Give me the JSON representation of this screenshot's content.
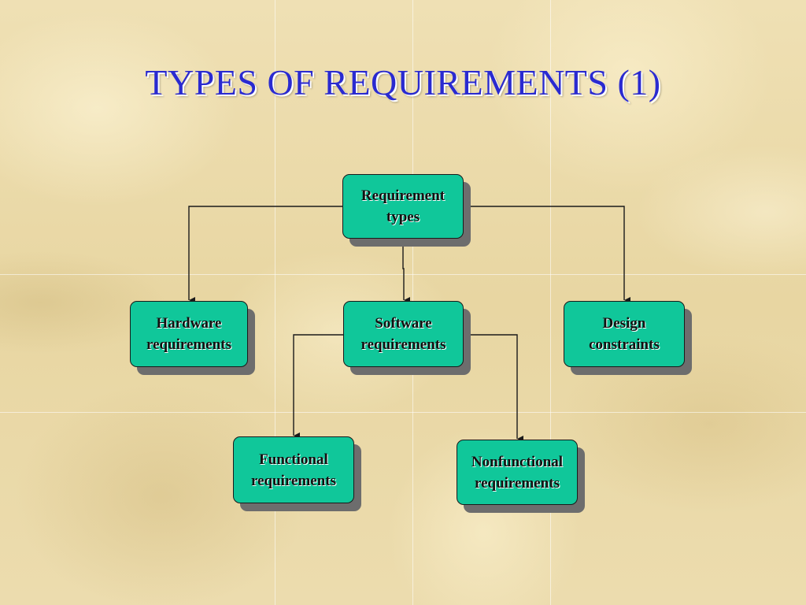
{
  "slide": {
    "title": "TYPES OF REQUIREMENTS (1)"
  },
  "diagram": {
    "root": {
      "label": "Requirement\ntypes"
    },
    "level1": [
      {
        "id": "hardware",
        "label": "Hardware\nrequirements"
      },
      {
        "id": "software",
        "label": "Software\nrequirements"
      },
      {
        "id": "design",
        "label": "Design\nconstraints"
      }
    ],
    "level2": [
      {
        "id": "functional",
        "label": "Functional\nrequirements"
      },
      {
        "id": "nonfunctional",
        "label": "Nonfunctional\nrequirements"
      }
    ],
    "edges": [
      {
        "from": "root",
        "to": "hardware"
      },
      {
        "from": "root",
        "to": "software"
      },
      {
        "from": "root",
        "to": "design"
      },
      {
        "from": "software",
        "to": "functional"
      },
      {
        "from": "software",
        "to": "nonfunctional"
      }
    ]
  },
  "colors": {
    "title": "#2a2ad0",
    "node_fill": "#10c79a",
    "node_shadow": "#6d6d6d",
    "connector": "#1a1a1a"
  }
}
